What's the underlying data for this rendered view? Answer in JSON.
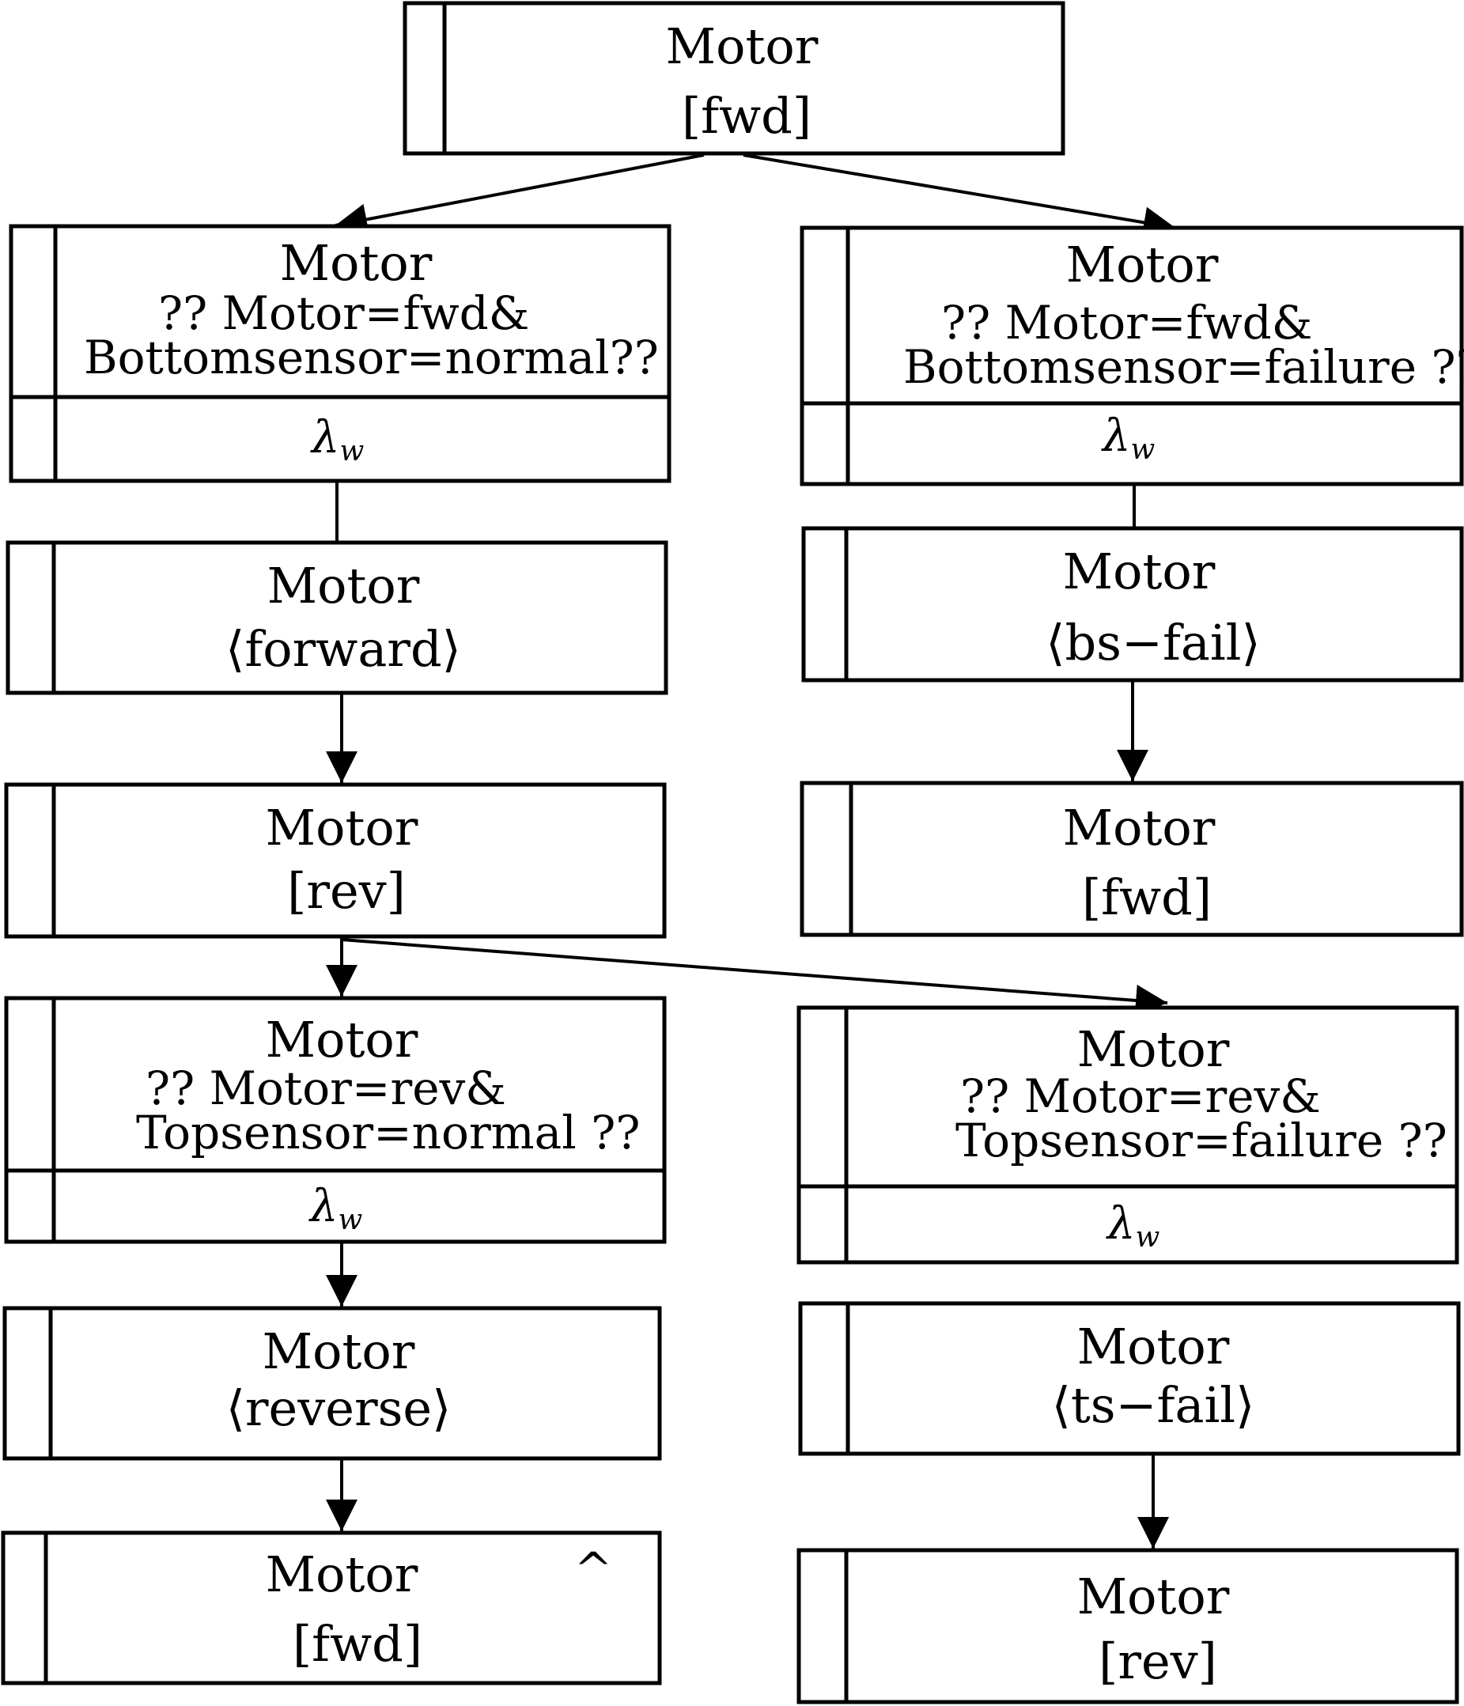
{
  "nodes": {
    "root": {
      "title": "Motor",
      "label": "[fwd]"
    },
    "l1_cond": {
      "title": "Motor",
      "line1": "?? Motor=fwd&",
      "line2": "Bottomsensor=normal??",
      "rate": "λ",
      "rate_sub": "w"
    },
    "l2_event": {
      "title": "Motor",
      "label": "⟨forward⟩"
    },
    "l3_state": {
      "title": "Motor",
      "label": "[rev]"
    },
    "l4_cond": {
      "title": "Motor",
      "line1": "?? Motor=rev&",
      "line2": "Topsensor=normal ??",
      "rate": "λ",
      "rate_sub": "w"
    },
    "l5_event": {
      "title": "Motor",
      "label": "⟨reverse⟩"
    },
    "l6_state": {
      "title": "Motor",
      "label": "[fwd]",
      "mark": "^"
    },
    "r1_cond": {
      "title": "Motor",
      "line1": "?? Motor=fwd&",
      "line2": "Bottomsensor=failure ??",
      "rate": "λ",
      "rate_sub": "w"
    },
    "r2_event": {
      "title": "Motor",
      "label": "⟨bs−fail⟩"
    },
    "r3_state": {
      "title": "Motor",
      "label": "[fwd]"
    },
    "r4_cond": {
      "title": "Motor",
      "line1": "?? Motor=rev&",
      "line2": "Topsensor=failure ??",
      "rate": "λ",
      "rate_sub": "w"
    },
    "r5_event": {
      "title": "Motor",
      "label": "⟨ts−fail⟩"
    },
    "r6_state": {
      "title": "Motor",
      "label": "[rev]"
    }
  }
}
